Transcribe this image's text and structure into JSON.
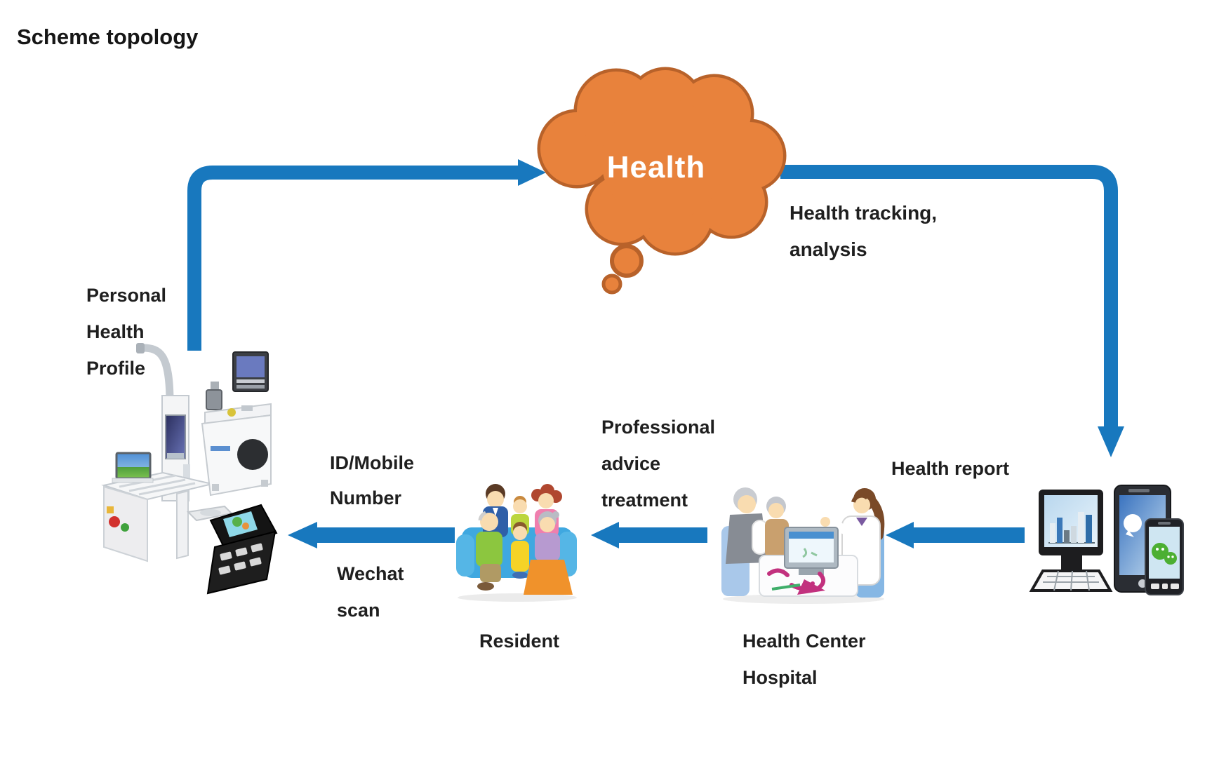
{
  "title": "Scheme topology",
  "colors": {
    "arrow": "#1878BE",
    "cloud_fill": "#E8823C",
    "cloud_stroke": "#B8622A",
    "text": "#1F1F1F"
  },
  "cloud": {
    "label": "Health"
  },
  "labels": {
    "personal_health_profile": {
      "line1": "Personal",
      "line2": "Health",
      "line3": "Profile"
    },
    "health_tracking": {
      "line1": "Health tracking,",
      "line2": "analysis"
    },
    "id_mobile": {
      "line1": "ID/Mobile",
      "line2": "Number"
    },
    "wechat_scan": {
      "line1": "Wechat",
      "line2": "scan"
    },
    "professional_advice": {
      "line1": "Professional",
      "line2": "advice",
      "line3": "treatment"
    },
    "health_report": "Health report",
    "resident": "Resident",
    "health_center": {
      "line1": "Health Center",
      "line2": "Hospital"
    }
  },
  "icons": [
    "health-cloud-icon",
    "health-kiosk-icon",
    "checkup-machine-icon",
    "portable-kit-icon",
    "family-icon",
    "doctor-consultation-icon",
    "desktop-monitor-icon",
    "keyboard-icon",
    "smartphone-icon",
    "wechat-phone-icon"
  ]
}
